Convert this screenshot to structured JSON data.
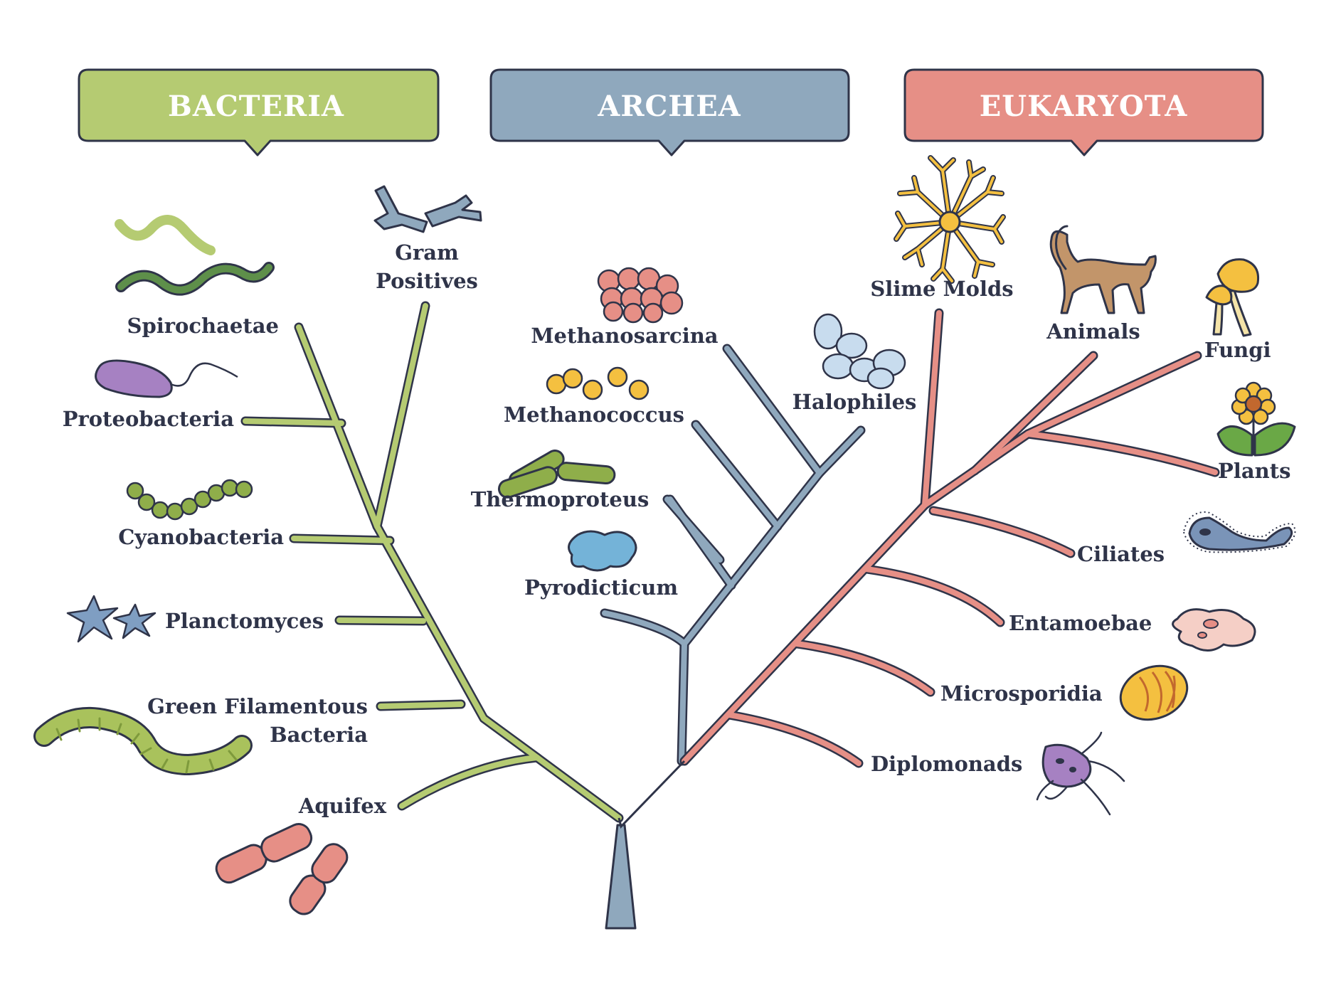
{
  "domains": {
    "bacteria": "BACTERIA",
    "archea": "ARCHEA",
    "eukaryota": "EUKARYOTA"
  },
  "colors": {
    "bacteria": "#b5cb72",
    "archea": "#8fa8bd",
    "eukaryota": "#e68f86",
    "outline": "#2f3449"
  },
  "labels": {
    "spirochaetae": "Spirochaetae",
    "proteobacteria": "Proteobacteria",
    "cyanobacteria": "Cyanobacteria",
    "planctomyces": "Planctomyces",
    "green_filamentous_1": "Green Filamentous",
    "green_filamentous_2": "Bacteria",
    "aquifex": "Aquifex",
    "gram_positives_1": "Gram",
    "gram_positives_2": "Positives",
    "methanosarcina": "Methanosarcina",
    "methanococcus": "Methanococcus",
    "thermoproteus": "Thermoproteus",
    "pyrodicticum": "Pyrodicticum",
    "halophiles": "Halophiles",
    "slime_molds": "Slime Molds",
    "animals": "Animals",
    "fungi": "Fungi",
    "plants": "Plants",
    "ciliates": "Ciliates",
    "entamoebae": "Entamoebae",
    "microsporidia": "Microsporidia",
    "diplomonads": "Diplomonads"
  }
}
